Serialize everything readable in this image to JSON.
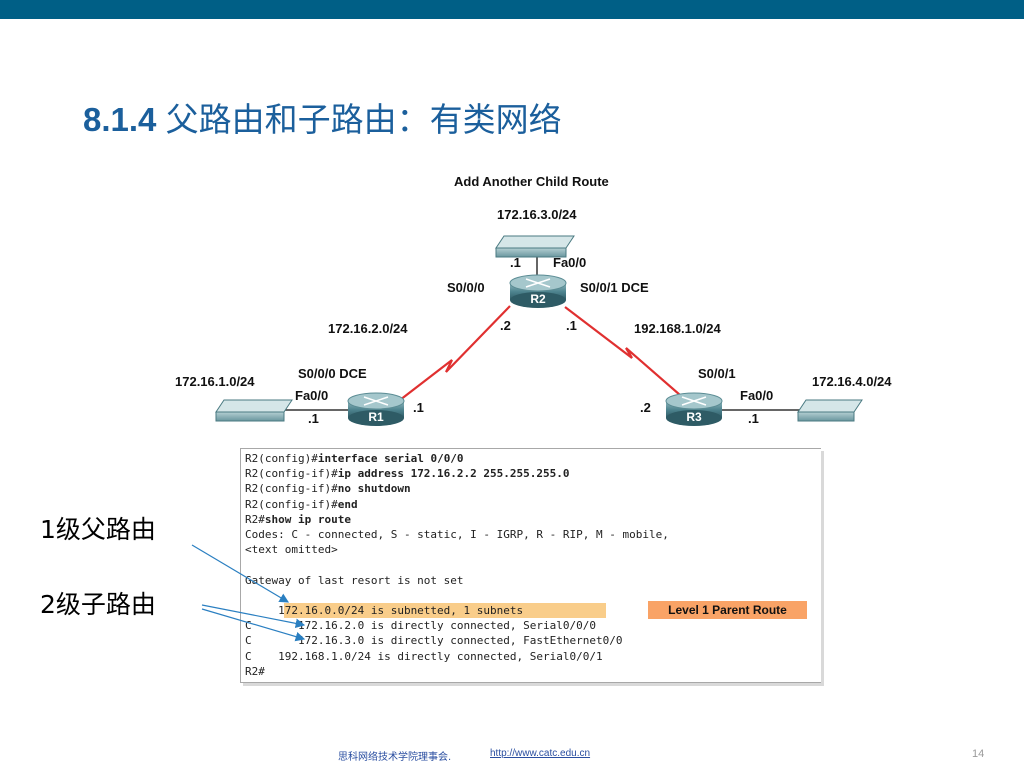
{
  "slide": {
    "title_num": "8.1.4",
    "title_text": "父路由和子路由：有类网络",
    "page_number": "14"
  },
  "diagram": {
    "heading": "Add Another Child Route",
    "net_top": "172.16.3.0/24",
    "net_left": "172.16.1.0/24",
    "net_right": "172.16.4.0/24",
    "link_left": "172.16.2.0/24",
    "link_right": "192.168.1.0/24",
    "r1": {
      "name": "R1",
      "serial": "S0/0/0 DCE",
      "fa": "Fa0/0",
      "fa_ip": ".1",
      "serial_ip": ".1"
    },
    "r2": {
      "name": "R2",
      "s_left": "S0/0/0",
      "s_right": "S0/0/1 DCE",
      "fa": "Fa0/0",
      "fa_ip": ".1",
      "ip_left": ".2",
      "ip_right": ".1"
    },
    "r3": {
      "name": "R3",
      "serial": "S0/0/1",
      "fa": "Fa0/0",
      "fa_ip": ".1",
      "serial_ip": ".2"
    }
  },
  "terminal": {
    "lines": [
      {
        "prefix": "R2(config)#",
        "cmd": "interface serial 0/0/0"
      },
      {
        "prefix": "R2(config-if)#",
        "cmd": "ip address 172.16.2.2 255.255.255.0"
      },
      {
        "prefix": "R2(config-if)#",
        "cmd": "no shutdown"
      },
      {
        "prefix": "R2(config-if)#",
        "cmd": "end"
      },
      {
        "prefix": "R2#",
        "cmd": "show ip route"
      },
      {
        "prefix": "Codes: C - connected, S - static, I - IGRP, R - RIP, M - mobile,",
        "cmd": ""
      },
      {
        "prefix": "<text omitted>",
        "cmd": ""
      },
      {
        "prefix": "",
        "cmd": ""
      },
      {
        "prefix": "Gateway of last resort is not set",
        "cmd": ""
      },
      {
        "prefix": "",
        "cmd": ""
      },
      {
        "prefix": "     172.16.0.0/24 is subnetted, 1 subnets",
        "cmd": ""
      },
      {
        "prefix": "C       172.16.2.0 is directly connected, Serial0/0/0",
        "cmd": ""
      },
      {
        "prefix": "C       172.16.3.0 is directly connected, FastEthernet0/0",
        "cmd": ""
      },
      {
        "prefix": "C    192.168.1.0/24 is directly connected, Serial0/0/1",
        "cmd": ""
      },
      {
        "prefix": "R2#",
        "cmd": ""
      }
    ],
    "parent_label": "Level 1 Parent Route"
  },
  "annotations": {
    "level1": "1级父路由",
    "level2": "2级子路由"
  },
  "footer": {
    "org": "思科网络技术学院理事会.",
    "url": "http://www.catc.edu.cn"
  },
  "colors": {
    "topbar": "#005f86",
    "title": "#1b5f9c",
    "highlight": "#f9cd8a",
    "parent_label_bg": "#f9a366",
    "serial_link": "#e03030"
  }
}
